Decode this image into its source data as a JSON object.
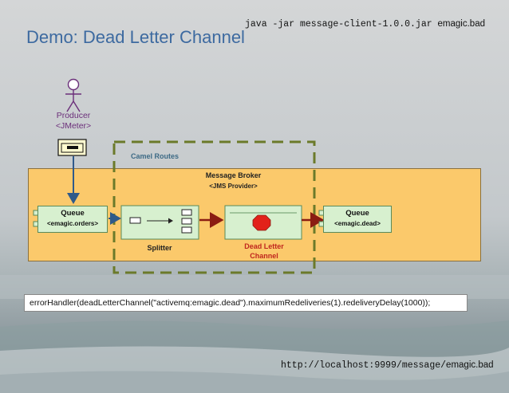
{
  "slide": {
    "title": "Demo: Dead Letter Channel",
    "command": "java -jar message-client-1.0.0.jar",
    "command_arg": "emagic.bad",
    "url": "http://localhost:9999/message/",
    "url_arg": "emagic.bad"
  },
  "diagram": {
    "producer": {
      "name": "Producer",
      "type": "<JMeter>"
    },
    "camel_routes_label": "Camel Routes",
    "broker": {
      "name": "Message Broker",
      "type": "<JMS Provider>"
    },
    "queue_in": {
      "name": "Queue",
      "type": "<emagic.orders>"
    },
    "queue_out": {
      "name": "Queue",
      "type": "<emagic.dead>"
    },
    "splitter_label": "Splitter",
    "dead_letter_label_line1": "Dead Letter",
    "dead_letter_label_line2": "Channel"
  },
  "code": "errorHandler(deadLetterChannel(\"activemq:emagic.dead\").maximumRedeliveries(1).redeliveryDelay(1000));",
  "colors": {
    "title": "#3d6aa0",
    "broker_fill": "#fbc96b",
    "component_fill": "#d7f0cf",
    "camel_dash": "#6b7a2a",
    "arrow_blue": "#2f5a8a",
    "arrow_red": "#8b1c12",
    "stop_red": "#e2221a"
  }
}
